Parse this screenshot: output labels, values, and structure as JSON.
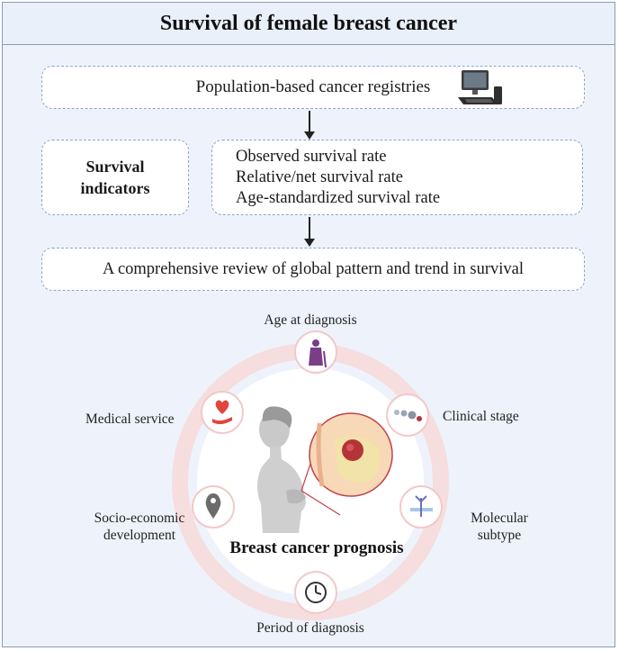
{
  "title": "Survival of female breast cancer",
  "registries": {
    "label": "Population-based cancer registries",
    "icon": "computer-icon"
  },
  "indicators": {
    "label_line1": "Survival",
    "label_line2": "indicators",
    "items": [
      "Observed survival rate",
      "Relative/net survival rate",
      "Age-standardized survival rate"
    ]
  },
  "review": {
    "label": "A comprehensive review of global pattern and trend in survival"
  },
  "prognosis": {
    "center_label": "Breast cancer prognosis",
    "factors": {
      "age": {
        "label": "Age at diagnosis",
        "icon": "elderly-person-icon"
      },
      "clinical": {
        "label": "Clinical stage",
        "icon": "tumor-stage-icon"
      },
      "molecular_line1": "Molecular",
      "molecular_line2": "subtype",
      "molecular_icon": "receptor-icon",
      "period": {
        "label": "Period of diagnosis",
        "icon": "clock-icon"
      },
      "socio_line1": "Socio-economic",
      "socio_line2": "development",
      "socio_icon": "location-pin-icon",
      "medical": {
        "label": "Medical service",
        "icon": "heart-hand-icon"
      }
    }
  },
  "colors": {
    "frame_bg": "#eef3fb",
    "dashed_border": "#8ea3cc",
    "ring": "#f6dede",
    "icon_purple": "#7a3d86",
    "icon_red": "#e0463c",
    "tumor": "#b5343a"
  }
}
